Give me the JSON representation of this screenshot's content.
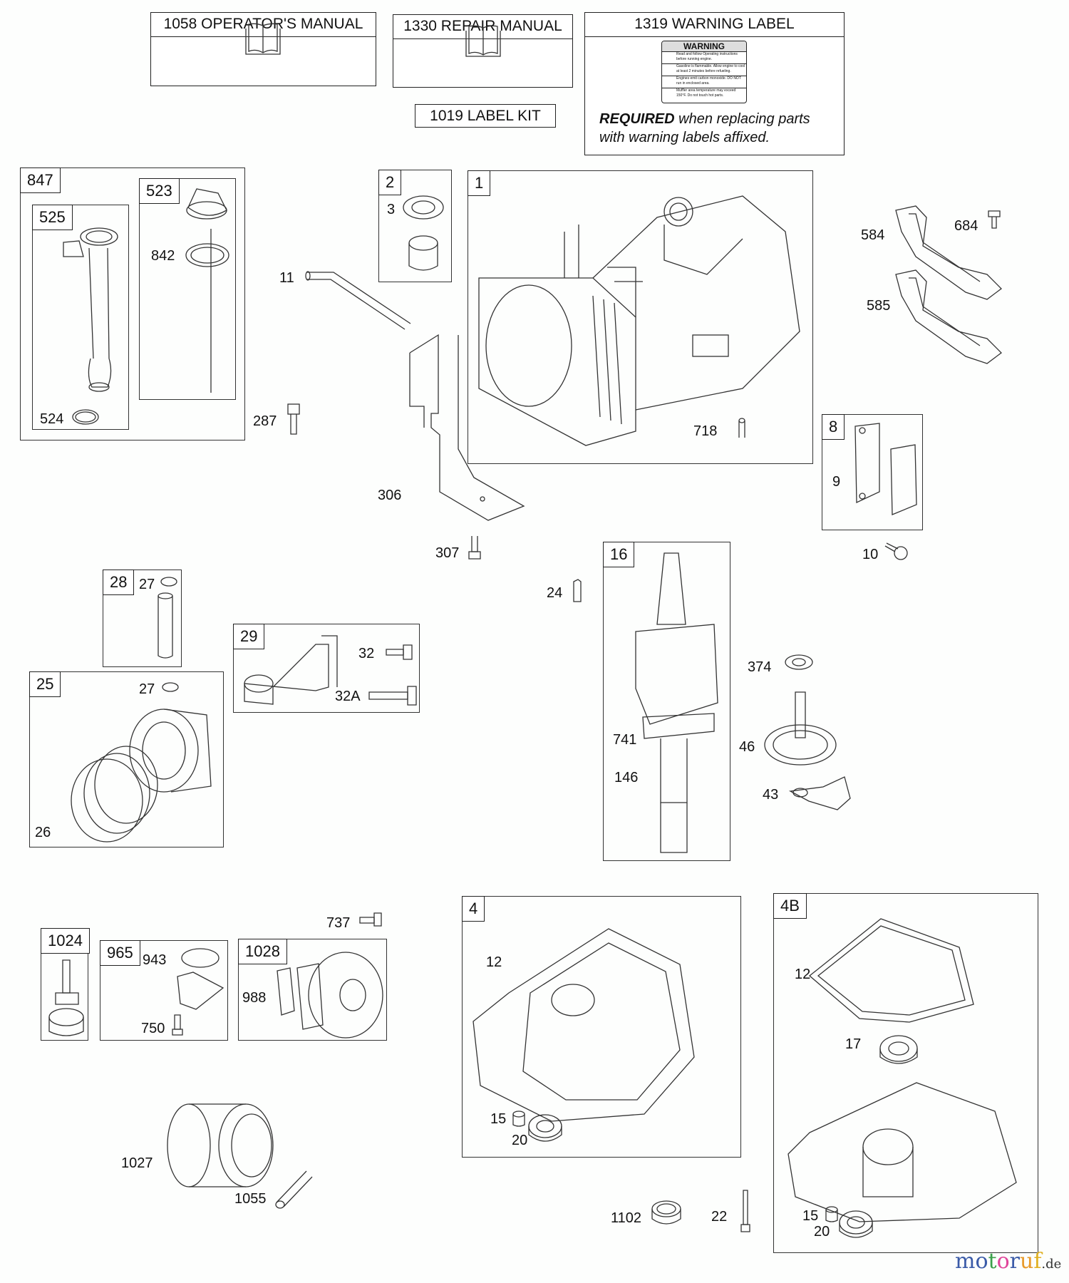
{
  "header": {
    "operators_manual": "1058 OPERATOR'S MANUAL",
    "repair_manual": "1330 REPAIR MANUAL",
    "label_kit": "1019 LABEL KIT",
    "warning_label": "1319 WARNING LABEL",
    "warning_sticker_title": "WARNING",
    "warning_lines": [
      "Read and follow Operating instructions before running engine.",
      "Gasoline is flammable. Allow engine to cool at least 2 minutes before refueling.",
      "Engines emit carbon monoxide. DO NOT run in enclosed area.",
      "Muffler area temperature may exceed 150°F. Do not touch hot parts."
    ],
    "required_bold": "REQUIRED",
    "required_rest": " when replacing parts",
    "required_line2": "with warning labels affixed."
  },
  "groups": {
    "g847": "847",
    "g525": "525",
    "g523": "523",
    "g2": "2",
    "g1": "1",
    "g8": "8",
    "g16": "16",
    "g28": "28",
    "g29": "29",
    "g25": "25",
    "g1024": "1024",
    "g965": "965",
    "g1028": "1028",
    "g4": "4",
    "g4b": "4B"
  },
  "callouts": {
    "c524": "524",
    "c842": "842",
    "c11": "11",
    "c287": "287",
    "c3": "3",
    "c306": "306",
    "c307": "307",
    "c718": "718",
    "c584": "584",
    "c684": "684",
    "c585": "585",
    "c9": "9",
    "c10": "10",
    "c24": "24",
    "c27a": "27",
    "c32": "32",
    "c32a": "32A",
    "c27b": "27",
    "c26": "26",
    "c374": "374",
    "c741": "741",
    "c146": "146",
    "c46": "46",
    "c43": "43",
    "c737": "737",
    "c943": "943",
    "c750": "750",
    "c988": "988",
    "c1027": "1027",
    "c1055": "1055",
    "c12a": "12",
    "c15a": "15",
    "c20a": "20",
    "c1102": "1102",
    "c22": "22",
    "c12b": "12",
    "c17": "17",
    "c15b": "15",
    "c20b": "20"
  },
  "watermark": {
    "letters": [
      "m",
      "o",
      "t",
      "o",
      "r",
      "u",
      "f"
    ],
    "colors": [
      "#3b5ba8",
      "#3b5ba8",
      "#3aa04a",
      "#e0449a",
      "#3b5ba8",
      "#e89a2a",
      "#e0b020"
    ],
    "suffix": ".de"
  }
}
